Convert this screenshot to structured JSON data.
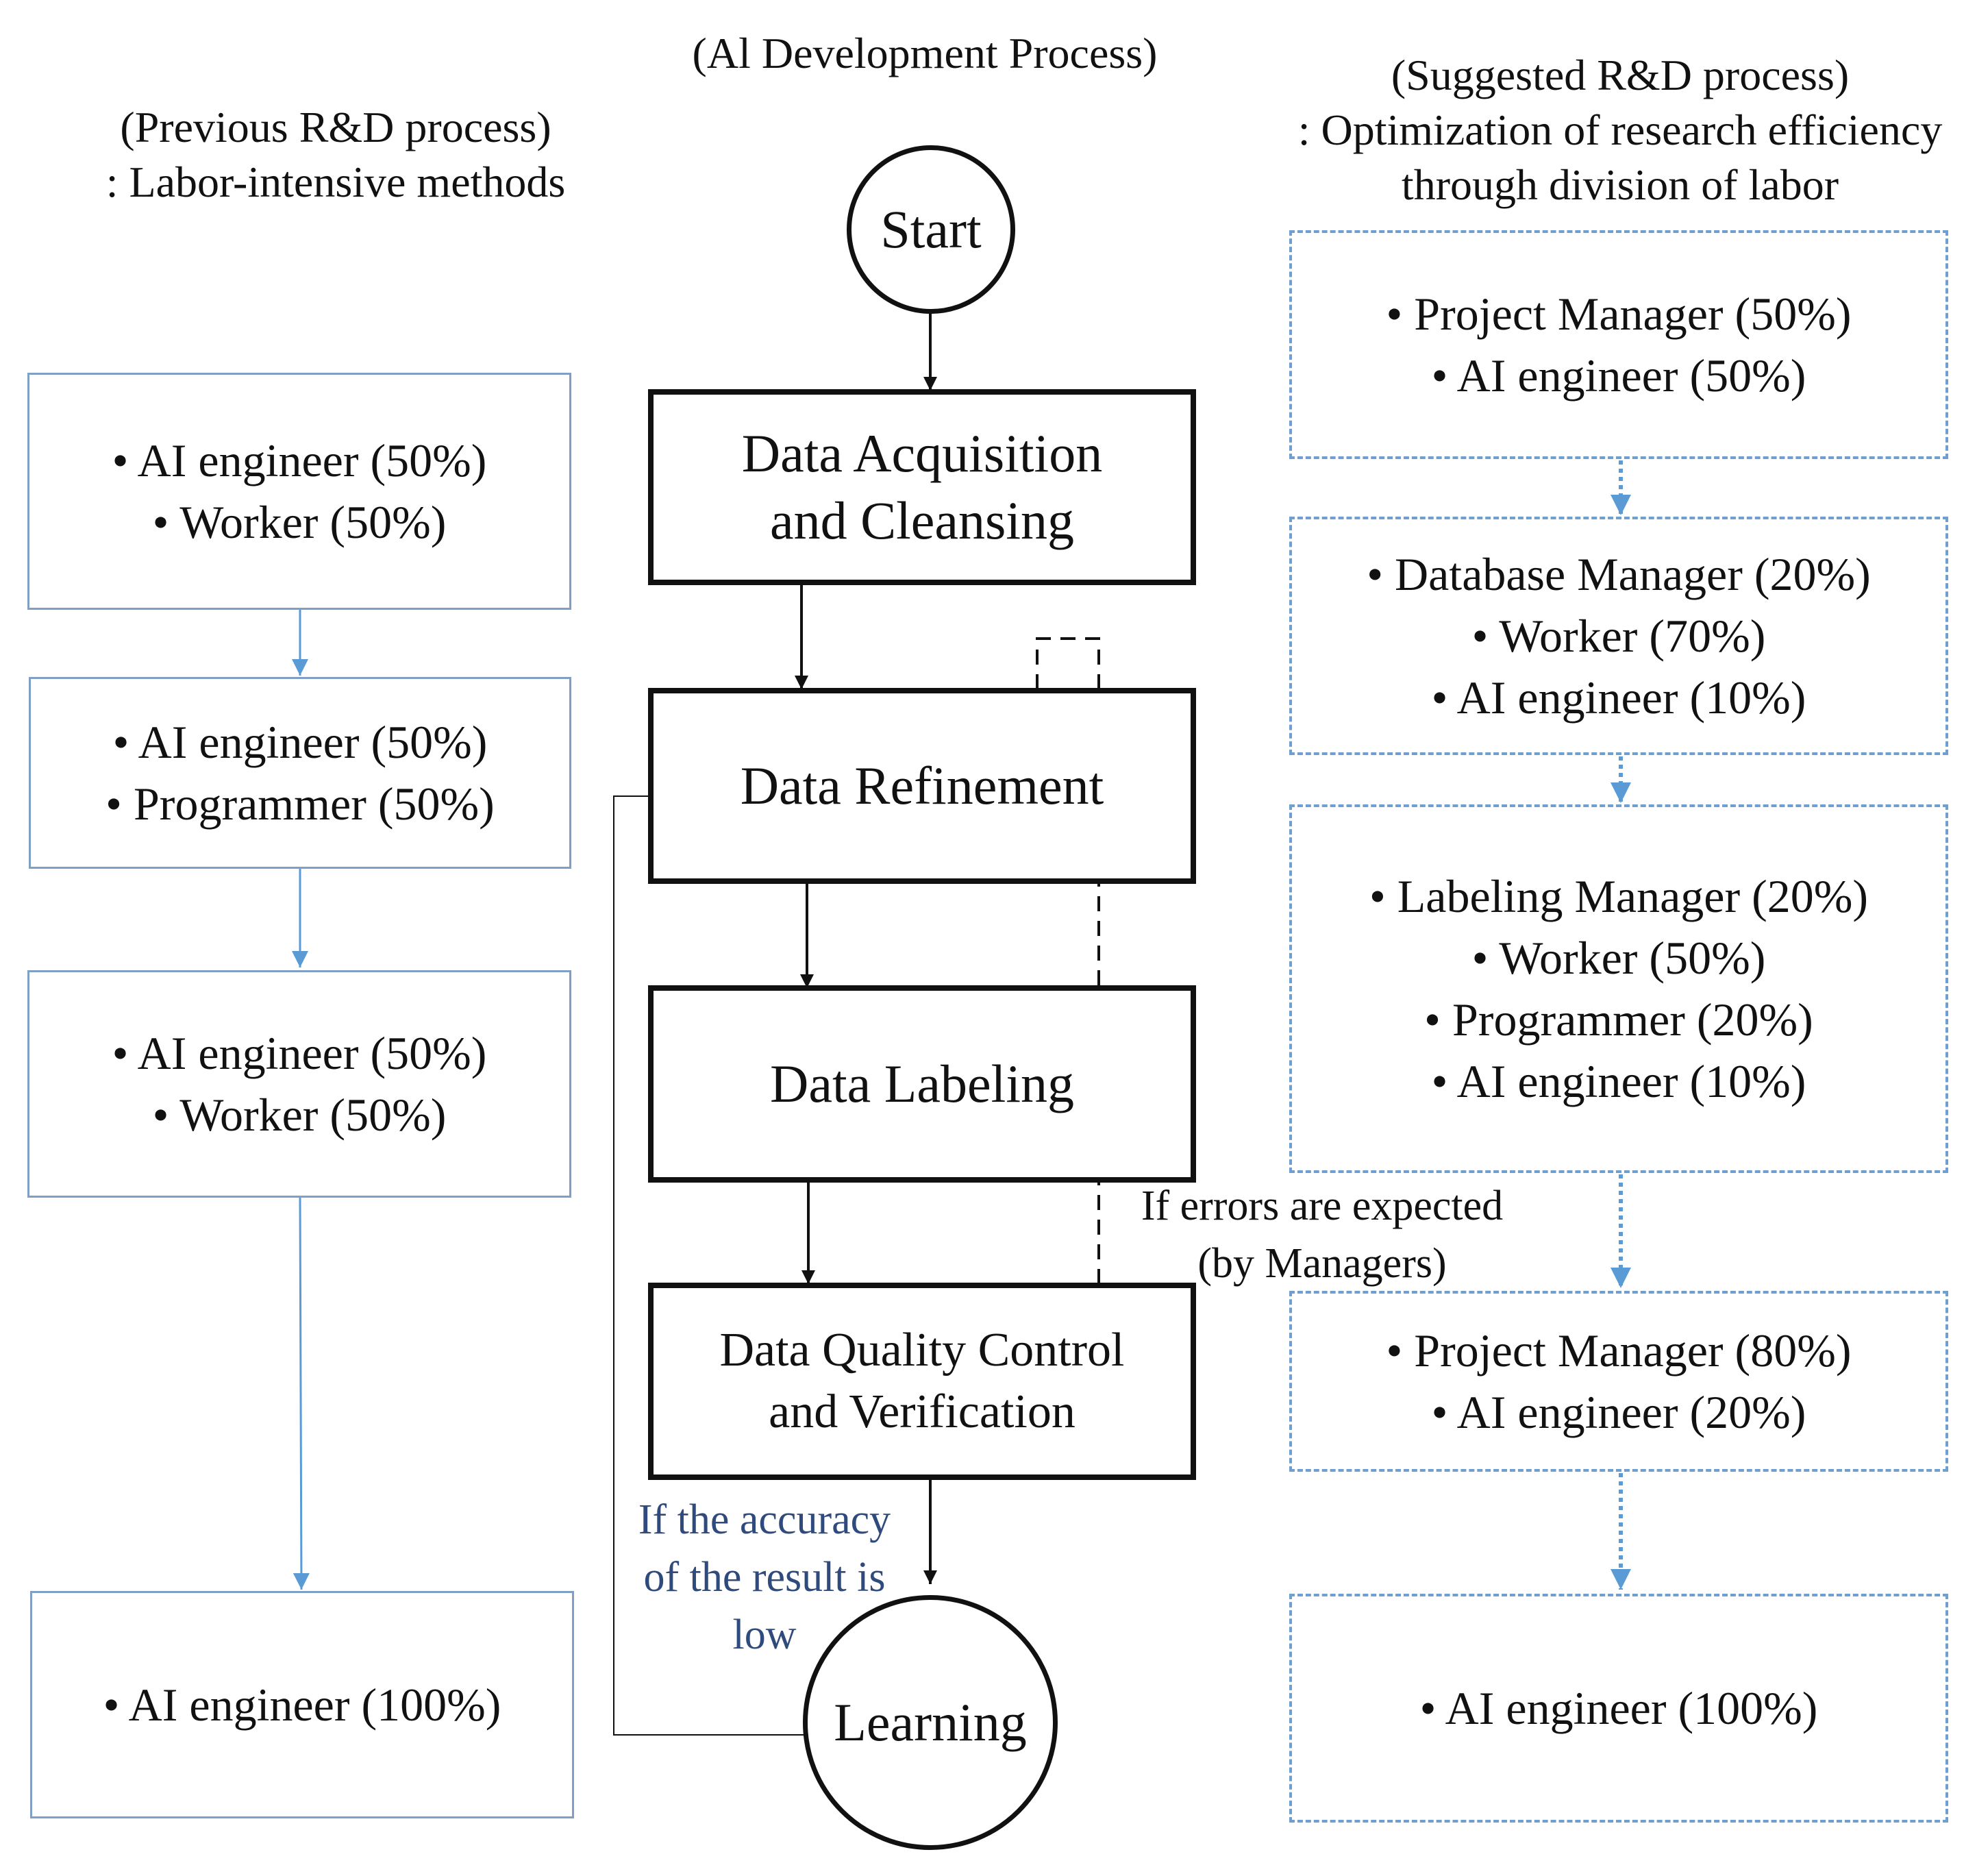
{
  "center_header": "(Al Development Process)",
  "left_header": {
    "line1": "(Previous R&D process)",
    "line2": ": Labor-intensive methods"
  },
  "right_header": {
    "line1": "(Suggested R&D process)",
    "line2": ": Optimization of research efficiency",
    "line3": "through division of labor"
  },
  "flow": {
    "start": "Start",
    "acquisition": [
      "Data Acquisition",
      "and Cleansing"
    ],
    "refinement": "Data Refinement",
    "labeling": "Data Labeling",
    "quality": [
      "Data Quality Control",
      "and Verification"
    ],
    "learning": "Learning"
  },
  "notes": {
    "errors": [
      "If errors are expected",
      "(by Managers)"
    ],
    "accuracy": [
      "If the accuracy",
      "of the result is",
      "low"
    ]
  },
  "previous_boxes": [
    [
      "• AI engineer (50%)",
      "• Worker (50%)"
    ],
    [
      "• AI engineer (50%)",
      "• Programmer (50%)"
    ],
    [
      "• AI engineer (50%)",
      "• Worker (50%)"
    ],
    [
      "• AI engineer (100%)"
    ]
  ],
  "suggested_boxes": [
    [
      "• Project Manager (50%)",
      "• AI engineer (50%)"
    ],
    [
      "• Database Manager (20%)",
      "• Worker (70%)",
      "• AI engineer (10%)"
    ],
    [
      "• Labeling Manager (20%)",
      "• Worker (50%)",
      "• Programmer (20%)",
      "• AI engineer (10%)"
    ],
    [
      "• Project Manager (80%)",
      "• AI engineer (20%)"
    ],
    [
      "• AI engineer (100%)"
    ]
  ],
  "colors": {
    "previous_border": "#7f9fc6",
    "suggested_border": "#6f9fd1",
    "connector_blue": "#5b9bd5",
    "note_blue": "#2f4a7c",
    "flow_black": "#111111"
  }
}
